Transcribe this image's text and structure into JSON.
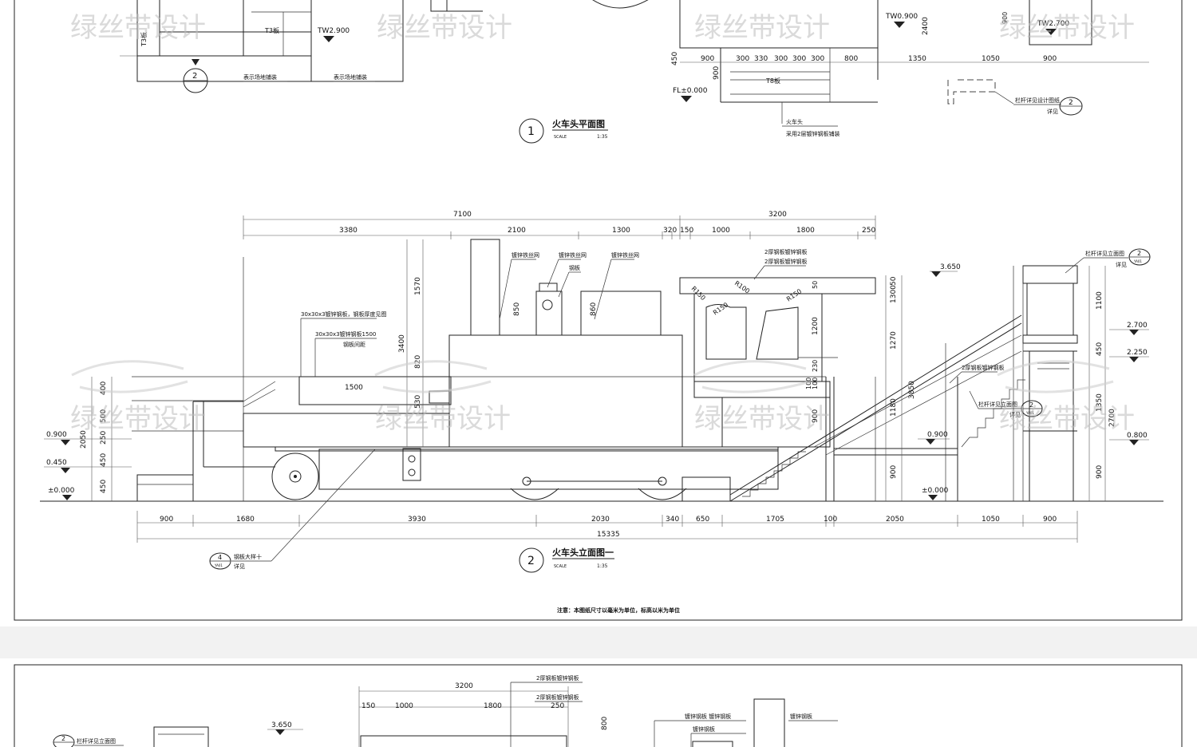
{
  "drawing_top": {
    "labels": {
      "t3": "T3板",
      "tw_left": "TW2.900",
      "tw_mid": "TW0.900",
      "tw_right": "TW2.700",
      "fl": "FL±0.000",
      "t8": "T8板",
      "circle_2": "2",
      "note_left_a": "表示场地铺装",
      "note_left_b": "表示场地铺装",
      "note_mid_a": "火车头",
      "note_mid_b": "采用2层镀锌钢板铺装",
      "note_right_a": "栏杆详见设计图纸",
      "note_right_b": "详见",
      "note_right_num": "2"
    },
    "dims": [
      "900",
      "300",
      "330",
      "300",
      "300",
      "300",
      "800",
      "1350",
      "1050",
      "900",
      "450",
      "2400",
      "900"
    ],
    "title": {
      "num": "1",
      "text": "火车头平面图",
      "scale_label": "SCALE",
      "scale_value": "1:35"
    }
  },
  "drawing_elevation": {
    "top_dims": {
      "overall_left": "7100",
      "overall_right": "3200",
      "row": [
        "3380",
        "2100",
        "1300",
        "320",
        "150",
        "1000",
        "1800",
        "250"
      ]
    },
    "bottom_dims": {
      "row": [
        "900",
        "1680",
        "3930",
        "2030",
        "340",
        "650",
        "1705",
        "100",
        "2050",
        "1050",
        "900"
      ],
      "overall": "15335"
    },
    "left_dims": [
      "400",
      "500",
      "250",
      "450",
      "450",
      "2050"
    ],
    "levels": {
      "lv0900_left": "0.900",
      "lv0450": "0.450",
      "lv000_left": "±0.000",
      "lv3650": "3.650",
      "lv2700": "2.700",
      "lv2250": "2.250",
      "lv0800": "0.800",
      "lv0900_mid": "0.900",
      "lv000_mid": "±0.000"
    },
    "vert_dims": [
      "1570",
      "3400",
      "820",
      "530",
      "850",
      "860",
      "1300",
      "50",
      "1270",
      "1200",
      "100",
      "100",
      "230",
      "50",
      "3850",
      "1180",
      "900",
      "900",
      "1100",
      "450",
      "1350",
      "2700",
      "900"
    ],
    "callouts": {
      "c1": "30x30x3镀锌钢板，钢板厚度见图",
      "c2": "30x30x3镀锌钢板1500",
      "c3": "钢板间距",
      "c4": "镀锌铁丝网",
      "c5": "镀锌铁丝网",
      "c6": "钢板",
      "c7": "镀锌铁丝网",
      "c8": "2厚钢板镀锌钢板",
      "c9": "2厚钢板镀锌钢板",
      "c10": "2厚钢板镀锌钢板",
      "c11": "栏杆详见立面图",
      "c12": "详见",
      "c13": "栏杆详见立面图",
      "c14": "详见",
      "c15": "钢板大样十",
      "c16": "详见",
      "dim1500": "1500",
      "r1": "R150",
      "r2": "R100",
      "r3": "R150",
      "r4": "R150"
    },
    "bubbles": {
      "b2a": "2",
      "b2b": "2",
      "b4": "4",
      "sub": "YA01"
    },
    "title": {
      "num": "2",
      "text": "火车头立面图一",
      "scale_label": "SCALE",
      "scale_value": "1:35"
    },
    "footnote": "注意：本图纸尺寸以毫米为单位，标高以米为单位"
  },
  "drawing_bottom": {
    "dims": [
      "3200",
      "150",
      "1000",
      "1800",
      "250",
      "800",
      "3.650"
    ],
    "labels": {
      "a": "2厚钢板镀锌钢板",
      "b": "2厚钢板镀锌钢板",
      "c": "栏杆详见立面图",
      "d": "镀锌钢板 镀锌钢板",
      "e": "镀锌钢板",
      "f": "镀锌钢板",
      "bubble": "2"
    }
  },
  "watermark": "绿丝带设计",
  "colors": {
    "line": "#222222",
    "paper": "#ffffff",
    "gap": "#f2f2f2",
    "watermark": "#bdbdbd"
  }
}
